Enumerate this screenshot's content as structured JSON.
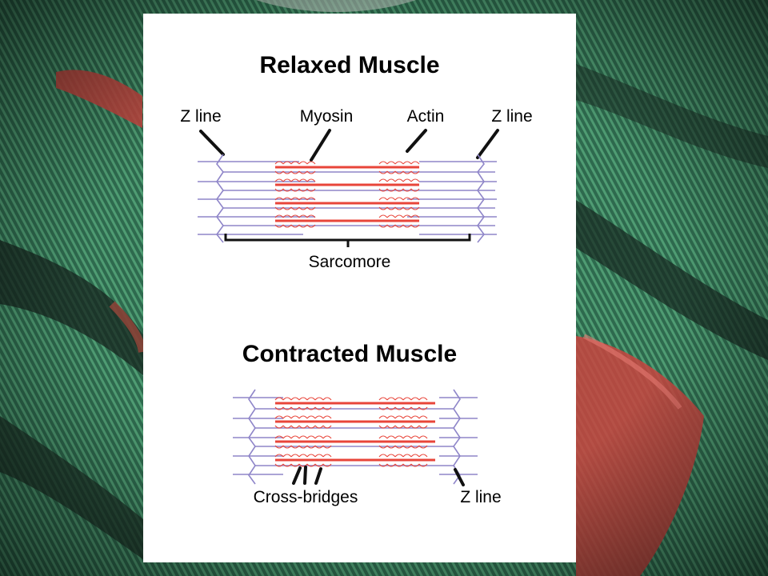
{
  "slide": {
    "relaxed": {
      "title": "Relaxed Muscle",
      "labels": {
        "z_line_left": "Z line",
        "myosin": "Myosin",
        "actin": "Actin",
        "z_line_right": "Z line",
        "sarcomere": "Sarcomore"
      }
    },
    "contracted": {
      "title": "Contracted Muscle",
      "labels": {
        "cross_bridges": "Cross-bridges",
        "z_line": "Z line"
      }
    }
  },
  "colors": {
    "background_green": "#2f6a4f",
    "background_red": "#c8443f",
    "panel": "#ffffff",
    "myosin": "#e8453a",
    "actin": "#8f86c9",
    "pointer": "#111111"
  }
}
